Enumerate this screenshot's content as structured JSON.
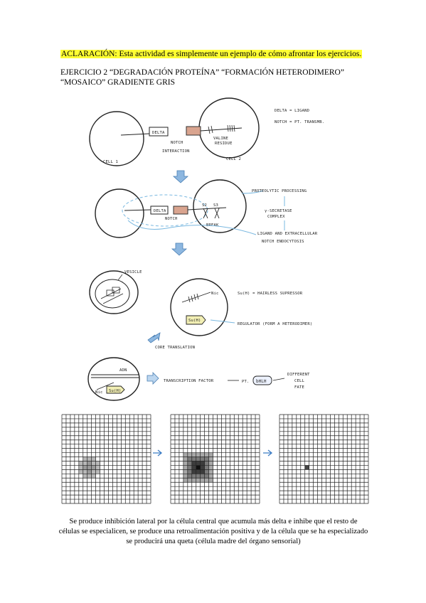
{
  "aclaracion": "ACLARACIÓN: Esta actividad es simplemente un ejemplo de cómo afrontar los ejercicios.",
  "exercise_title": "EJERCICIO 2 “DEGRADACIÓN PROTEÍNA” “FORMACIÓN HETERODIMERO” “MOSAICO” GRADIENTE GRIS",
  "diagram": {
    "step1": {
      "delta": "DELTA",
      "notch": "NOTCH",
      "valine": "VALINE",
      "residue": "RESIDUE",
      "interaction": "INTERACTION",
      "cell1": "CELL 1",
      "cell2": "CELL 2",
      "legend_delta": "DELTA = LIGAND",
      "legend_notch": "NOTCH = PT. TRANSMB."
    },
    "step2": {
      "delta": "DELTA",
      "notch": "NOTCH",
      "s2": "S2",
      "s3": "S3",
      "break": "BREAK",
      "proteolytic": "PROTEOLYTIC PROCESSING",
      "secretase1": "γ-SECRETASE",
      "secretase2": "COMPLEX",
      "ligand1": "LIGAND AND EXTRACELLULAR",
      "ligand2": "NOTCH ENDOCYTOSIS"
    },
    "step3": {
      "vesicle": "VESICLE",
      "nic": "Nic",
      "suh_box": "Su(H)",
      "suh_legend": "Su(H) = HAIRLESS SUPRESSOR",
      "regulator": "REGULATOR (FORM A HETERODIMER)",
      "core": "CORE TRANSLATION"
    },
    "step4": {
      "adn": "ADN",
      "nic": "Nic",
      "suh_box": "Su(H)",
      "tf": "TRANSCRIPTION FACTOR",
      "pt": "PT.",
      "bhlh": "bHLH",
      "diff1": "DIFFERENT",
      "diff2": "CELL",
      "diff3": "FATE"
    }
  },
  "grid_stages": [
    {
      "name": "diffuse",
      "hotspot_row": 0.62,
      "hotspot_col": 0.3
    },
    {
      "name": "concentrated",
      "hotspot_row": 0.62,
      "hotspot_col": 0.3
    },
    {
      "name": "single-cell",
      "hotspot_row": 0.62,
      "hotspot_col": 0.3
    }
  ],
  "caption": "Se produce inhibición lateral por la célula central que acumula más delta e inhibe que el resto de células se especialicen, se produce una retroalimentación positiva y de la célula que se ha especializado se producirá una queta (célula madre del órgano sensorial)"
}
